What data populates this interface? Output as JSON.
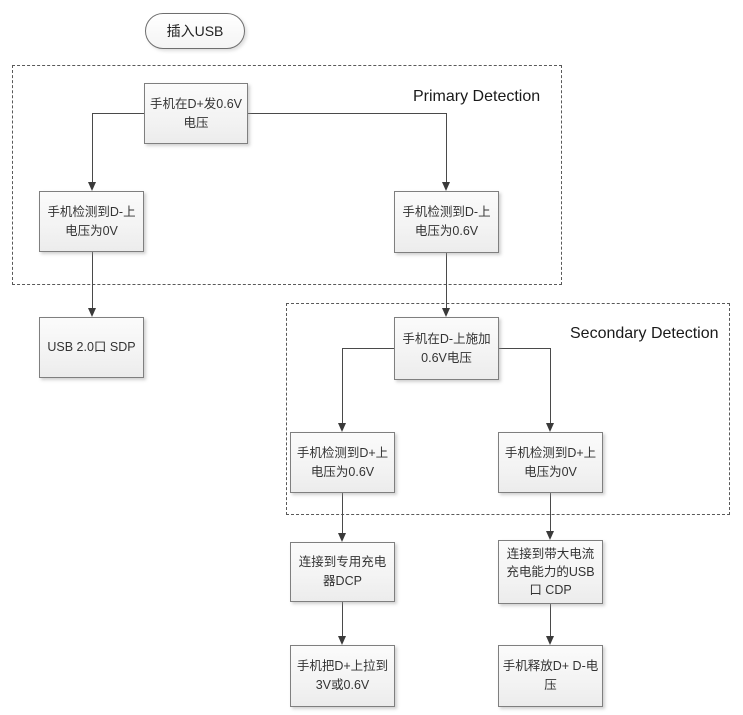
{
  "start_node": {
    "label": "插入USB"
  },
  "group_labels": {
    "primary": "Primary Detection",
    "secondary": "Secondary Detection"
  },
  "nodes": {
    "send_dplus": {
      "lines": [
        "手机在D+发0.6V",
        "电压"
      ]
    },
    "detect_dminus_0v": {
      "lines": [
        "手机检测到D-上",
        "电压为0V"
      ]
    },
    "detect_dminus_06v": {
      "lines": [
        "手机检测到D-上",
        "电压为0.6V"
      ]
    },
    "sdp": {
      "lines": [
        "USB 2.0口 SDP"
      ]
    },
    "apply_dminus": {
      "lines": [
        "手机在D-上施加",
        "0.6V电压"
      ]
    },
    "detect_dplus_06v": {
      "lines": [
        "手机检测到D+上",
        "电压为0.6V"
      ]
    },
    "detect_dplus_0v": {
      "lines": [
        "手机检测到D+上",
        "电压为0V"
      ]
    },
    "dcp": {
      "lines": [
        "连接到专用充电",
        "器DCP"
      ]
    },
    "cdp": {
      "lines": [
        "连接到带大电流",
        "充电能力的USB",
        "口 CDP"
      ]
    },
    "pullup": {
      "lines": [
        "手机把D+上拉到",
        "3V或0.6V"
      ]
    },
    "release": {
      "lines": [
        "手机释放D+ D-电",
        "压"
      ]
    }
  },
  "palette": {
    "box_border": "#7f7f7f",
    "box_fill": "#f3f3f3",
    "dashed_border": "#595959",
    "connector": "#4a4a4a",
    "text": "#333333"
  }
}
